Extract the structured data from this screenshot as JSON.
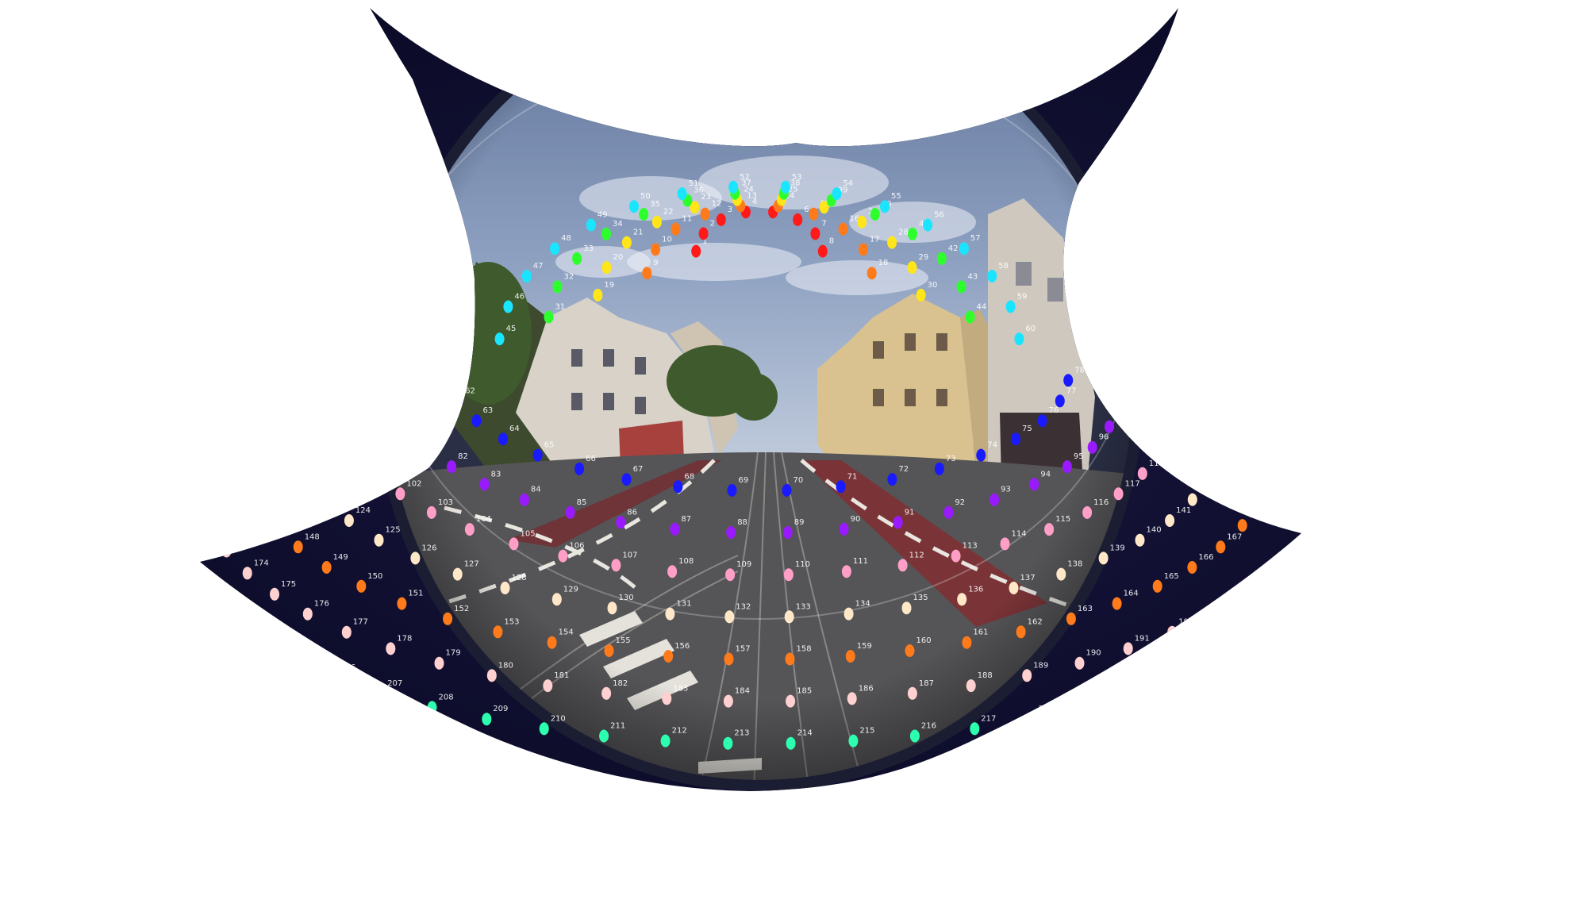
{
  "scene": {
    "description_tags": [
      "street-view",
      "fisheye-projection",
      "calibration-grid"
    ],
    "sky_top": "#5d7198",
    "sky_mid": "#8ea1c1",
    "sky_low": "#c7d1e0",
    "road_color": "#555457",
    "sidewalk_color": "#6a6766",
    "bike_lane_color": "#7a3437",
    "border_color": "#0a0a26",
    "background": "#ffffff"
  },
  "grid": {
    "label_count": 240,
    "color_bands": [
      "#ff1a1a",
      "#ff7a1a",
      "#ffe51a",
      "#2dff2d",
      "#1ae5ff",
      "#1a1aff",
      "#9a1aff",
      "#ff9ec6",
      "#ffe8c8",
      "#ff7a1a",
      "#ffd0d0",
      "#2dffb0"
    ]
  }
}
